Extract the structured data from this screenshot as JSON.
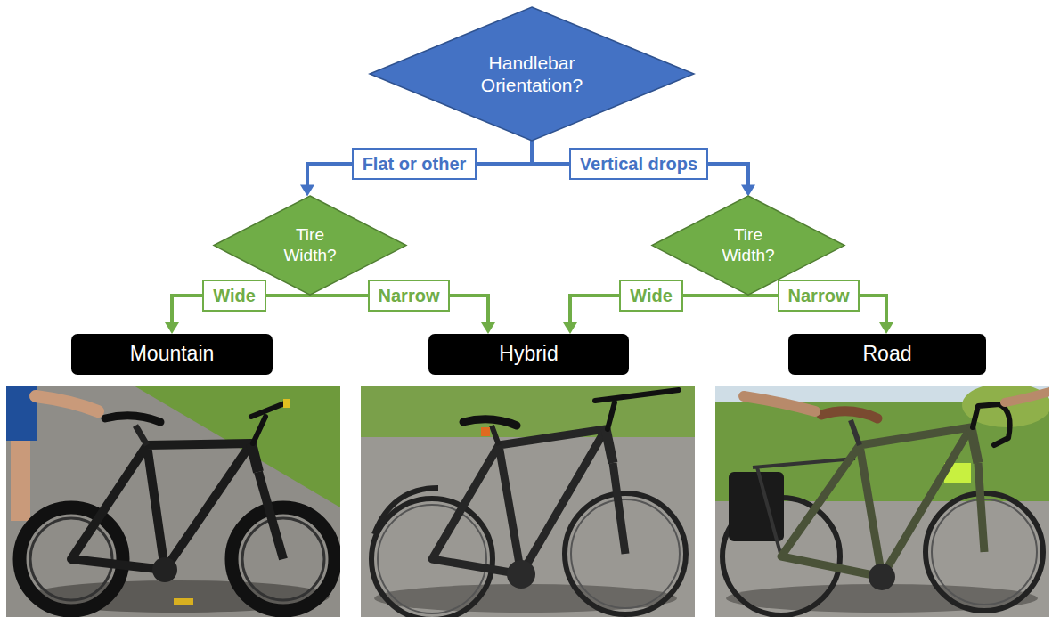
{
  "diagram": {
    "nodes": [
      {
        "text": [
          "Handlebar Orientation?"
        ]
      },
      {
        "text": [
          "Tire Width?"
        ]
      },
      {
        "text": [
          "Tire Width?"
        ]
      },
      {
        "text": [
          "Mountain"
        ]
      },
      {
        "text": [
          "Hybrid"
        ]
      },
      {
        "text": [
          "Road"
        ]
      }
    ],
    "edges": [
      {
        "from": 0,
        "to": 1,
        "arrow": "to",
        "label": "Flat or other"
      },
      {
        "from": 0,
        "to": 2,
        "arrow": "to",
        "label": "Vertical drops"
      },
      {
        "from": 1,
        "to": 3,
        "arrow": "to",
        "label": "Wide"
      },
      {
        "from": 1,
        "to": 4,
        "arrow": "to",
        "label": "Narrow"
      },
      {
        "from": 2,
        "to": 4,
        "arrow": "to",
        "label": "Wide"
      },
      {
        "from": 2,
        "to": 5,
        "arrow": "to",
        "label": "Narrow"
      }
    ]
  }
}
